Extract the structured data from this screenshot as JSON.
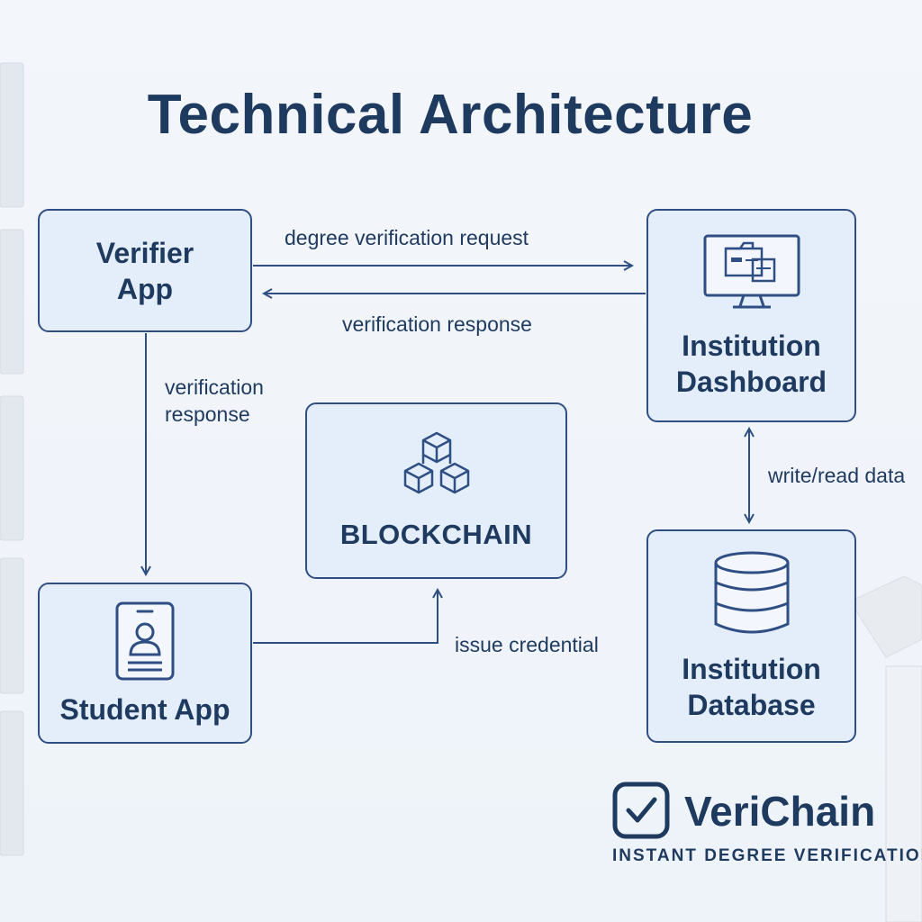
{
  "title": "Technical Architecture",
  "nodes": {
    "verifier": "Verifier\nApp",
    "dashboard": "Institution\nDashboard",
    "blockchain": "BLOCKCHAIN",
    "student": "Student App",
    "database": "Institution\nDatabase"
  },
  "edges": {
    "request": "degree verification request",
    "response_top": "verification response",
    "response_left": "verification\nresponse",
    "write_read": "write/read data",
    "issue": "issue credential"
  },
  "brand": {
    "name": "VeriChain",
    "tagline": "INSTANT DEGREE VERIFICATION"
  },
  "colors": {
    "primary": "#1f3a5f",
    "accent": "#2f4f84",
    "node_fill": "#e4eefb",
    "background": "#f3f6fb"
  }
}
